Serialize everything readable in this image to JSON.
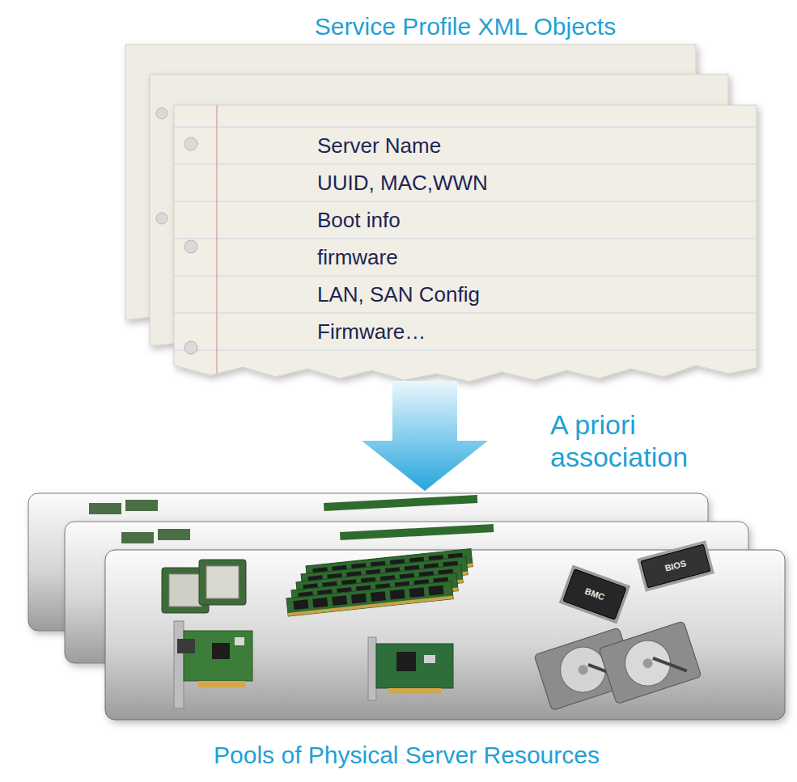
{
  "diagram": {
    "nodes": [
      {
        "text": [
          "Service Profile XML Objects",
          "Server Name",
          "UUID, MAC,WWN",
          "Boot info",
          "firmware",
          "LAN, SAN Config",
          "Firmware…"
        ]
      },
      {
        "text": [
          "Pools of Physical Server Resources"
        ]
      }
    ],
    "edges": [
      {
        "from": 0,
        "to": 1,
        "label": "A priori association",
        "arrow": "to"
      }
    ],
    "labels": [
      "BMC",
      "BIOS"
    ]
  }
}
